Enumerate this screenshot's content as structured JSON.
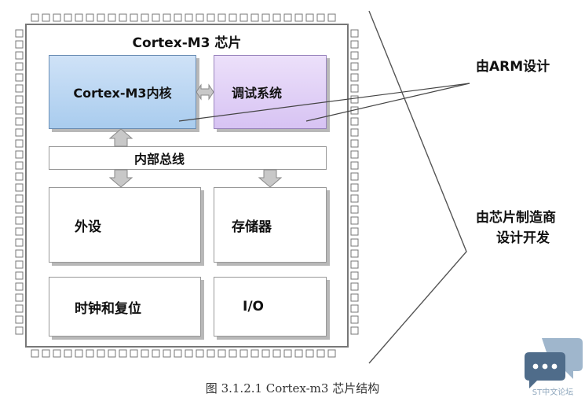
{
  "chip": {
    "title": "Cortex-M3 芯片",
    "core": "Cortex-M3内核",
    "debug": "调试系统",
    "bus": "内部总线",
    "peripherals": "外设",
    "memory": "存储器",
    "clock_reset": "时钟和复位",
    "io": "I/O"
  },
  "annotations": {
    "arm_design": "由ARM设计",
    "vendor_design_line1": "由芯片制造商",
    "vendor_design_line2": "设计开发"
  },
  "caption": "图 3.1.2.1 Cortex-m3 芯片结构",
  "watermark": {
    "text": "ST中文论坛",
    "icon": "chat-bubble-icon"
  },
  "colors": {
    "core_fill": "#a9ccee",
    "debug_fill": "#d7c3f3",
    "arrow_fill": "#c8c8c8",
    "border": "#777777"
  }
}
